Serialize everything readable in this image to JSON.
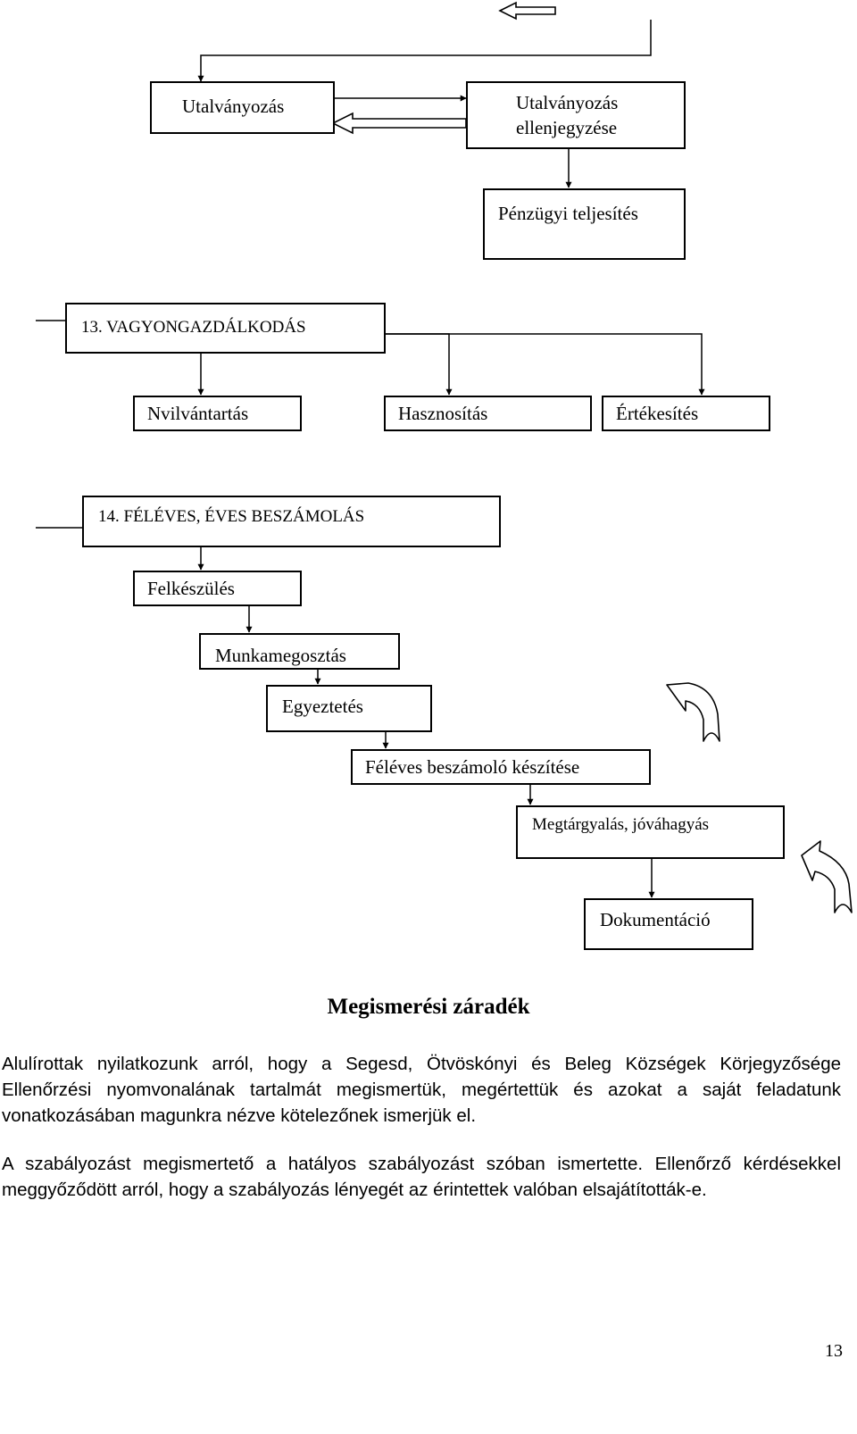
{
  "flow_top": {
    "utalvanyozas": "Utalványozás",
    "ellenjegyzes_line1": "Utalványozás",
    "ellenjegyzes_line2": "ellenjegyzése",
    "penzugyi": "Pénzügyi teljesítés"
  },
  "section13": {
    "title": "13. VAGYONGAZDÁLKODÁS",
    "items": [
      "Nvilvántartás",
      "Hasznosítás",
      "Értékesítés"
    ]
  },
  "section14": {
    "title": "14. FÉLÉVES, ÉVES BESZÁMOLÁS",
    "steps": [
      "Felkészülés",
      "Munkamegosztás",
      "Egyeztetés",
      "Féléves beszámoló készítése",
      "Megtárgyalás, jóváhagyás",
      "Dokumentáció"
    ]
  },
  "document": {
    "heading": "Megismerési záradék",
    "paragraph1": "Alulírottak nyilatkozunk arról, hogy a Segesd, Ötvöskónyi és Beleg Községek Körjegyzősége Ellenőrzési nyomvonalának tartalmát megismertük, megértettük és azokat a saját feladatunk vonatkozásában magunkra nézve kötelezőnek ismerjük el.",
    "paragraph2": "A szabályozást megismertető a hatályos szabályozást szóban ismertette. Ellenőrző kérdésekkel meggyőződött arról, hogy a szabályozás lényegét az érintettek valóban elsajátították-e.",
    "page_number": "13"
  }
}
